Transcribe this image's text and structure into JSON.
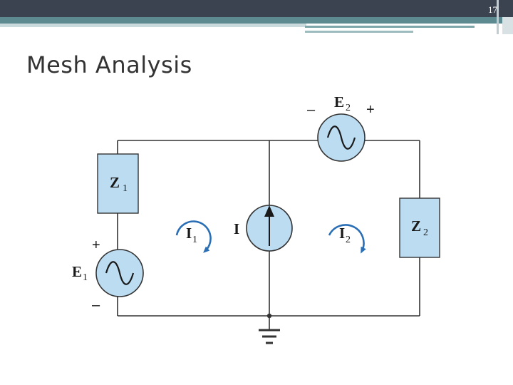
{
  "slide": {
    "page_number": "17",
    "title": "Mesh Analysis"
  },
  "diagram": {
    "e2": {
      "letter": "E",
      "sub": "2",
      "minus": "–",
      "plus": "+"
    },
    "e1": {
      "letter": "E",
      "sub": "1",
      "plus": "+",
      "minus": "–"
    },
    "z1": {
      "letter": "Z",
      "sub": "1"
    },
    "z2": {
      "letter": "Z",
      "sub": "2"
    },
    "source_i": {
      "letter": "I"
    },
    "mesh1": {
      "letter": "I",
      "sub": "1"
    },
    "mesh2": {
      "letter": "I",
      "sub": "2"
    }
  },
  "colors": {
    "header_dark": "#3b4350",
    "header_teal": "#5d8a91",
    "component_fill": "#bcdcf2",
    "arrow_blue": "#2a6fb5"
  }
}
